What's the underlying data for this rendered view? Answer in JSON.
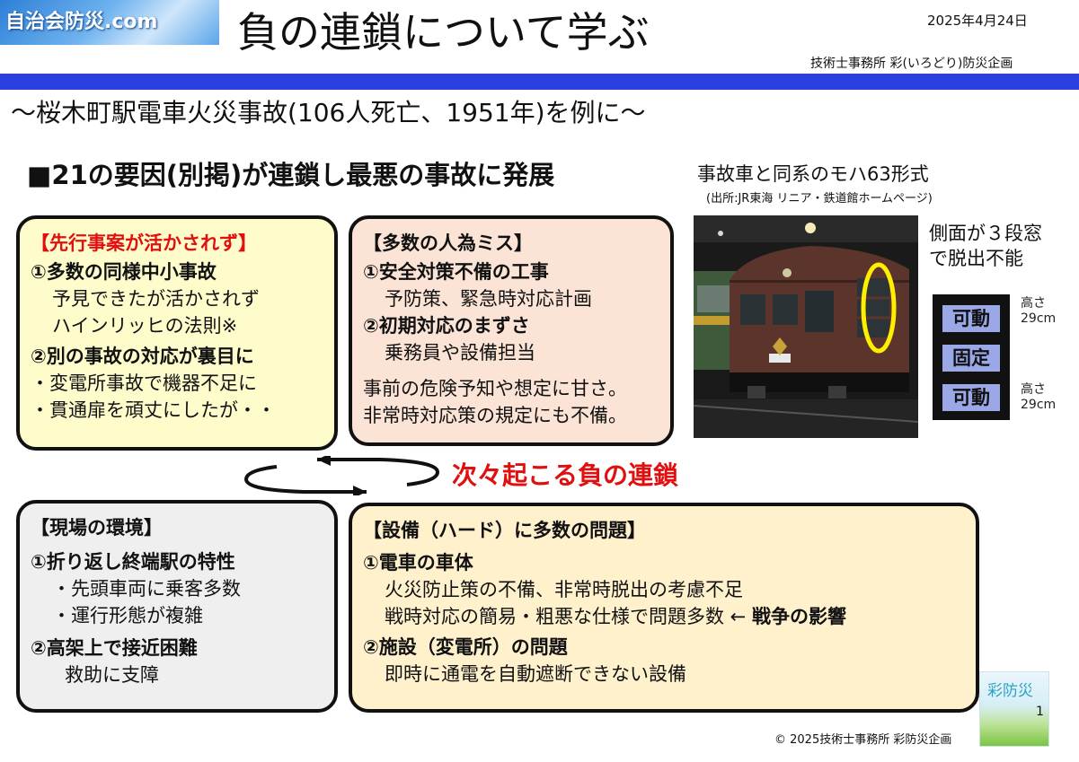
{
  "header": {
    "logo": "自治会防災.com",
    "title": "負の連鎖について学ぶ",
    "date": "2025年4月24日",
    "org": "技術士事務所 彩(いろどり)防災企画"
  },
  "subtitle": "～桜木町駅電車火災事故(106人死亡、1951年)を例に～",
  "headline": "■21の要因(別掲)が連鎖し最悪の事故に発展",
  "photo": {
    "caption": "事故車と同系のモハ63形式",
    "source": "(出所:JR東海 リニア・鉄道館ホームページ)"
  },
  "side_note": [
    "側面が３段窓",
    "で脱出不能"
  ],
  "window_labels": [
    "可動",
    "固定",
    "可動"
  ],
  "height_labels": [
    [
      "高さ",
      "29cm"
    ],
    [
      "高さ",
      "29cm"
    ]
  ],
  "chain_text": "次々起こる負の連鎖",
  "box_precedent": {
    "title": "【先行事案が活かされず】",
    "item1": "①多数の同様中小事故",
    "item1_lines": [
      "予見できたが活かされず",
      "ハインリッヒの法則※"
    ],
    "item2": "②別の事故の対応が裏目に",
    "item2_lines": [
      "・変電所事故で機器不足に",
      "・貫通扉を頑丈にしたが・・"
    ]
  },
  "box_human": {
    "title": "【多数の人為ミス】",
    "item1": "①安全対策不備の工事",
    "item1_lines": [
      "予防策、緊急時対応計画"
    ],
    "item2": "②初期対応のまずさ",
    "item2_lines": [
      "乗務員や設備担当"
    ],
    "notes": [
      "事前の危険予知や想定に甘さ。",
      "非常時対応策の規定にも不備。"
    ]
  },
  "box_site": {
    "title": "【現場の環境】",
    "item1": "①折り返し終端駅の特性",
    "item1_lines": [
      "・先頭車両に乗客多数",
      "・運行形態が複雑"
    ],
    "item2": "②高架上で接近困難",
    "item2_lines": [
      "救助に支障"
    ]
  },
  "box_hard": {
    "title": "【設備（ハード）に多数の問題】",
    "item1": "①電車の車体",
    "item1_lines": [
      "火災防止策の不備、非常時脱出の考慮不足"
    ],
    "item1_line2_prefix": "戦時対応の簡易・粗悪な仕様で問題多数 ← ",
    "item1_line2_bold": "戦争の影響",
    "item2": "②施設（変電所）の問題",
    "item2_lines": [
      "即時に通電を自動遮断できない設備"
    ]
  },
  "footer": {
    "copyright": "© 2025技術士事務所 彩防災企画",
    "badge": "彩防災",
    "page": "1"
  },
  "colors": {
    "accent_red": "#e01010",
    "header_bar": "#2b3fe0",
    "box_precedent_bg": "#fffccc",
    "box_human_bg": "#fbe4d6",
    "box_site_bg": "#efefef",
    "box_hard_bg": "#fff1cc",
    "window_label_bg": "#9aa8e8"
  }
}
